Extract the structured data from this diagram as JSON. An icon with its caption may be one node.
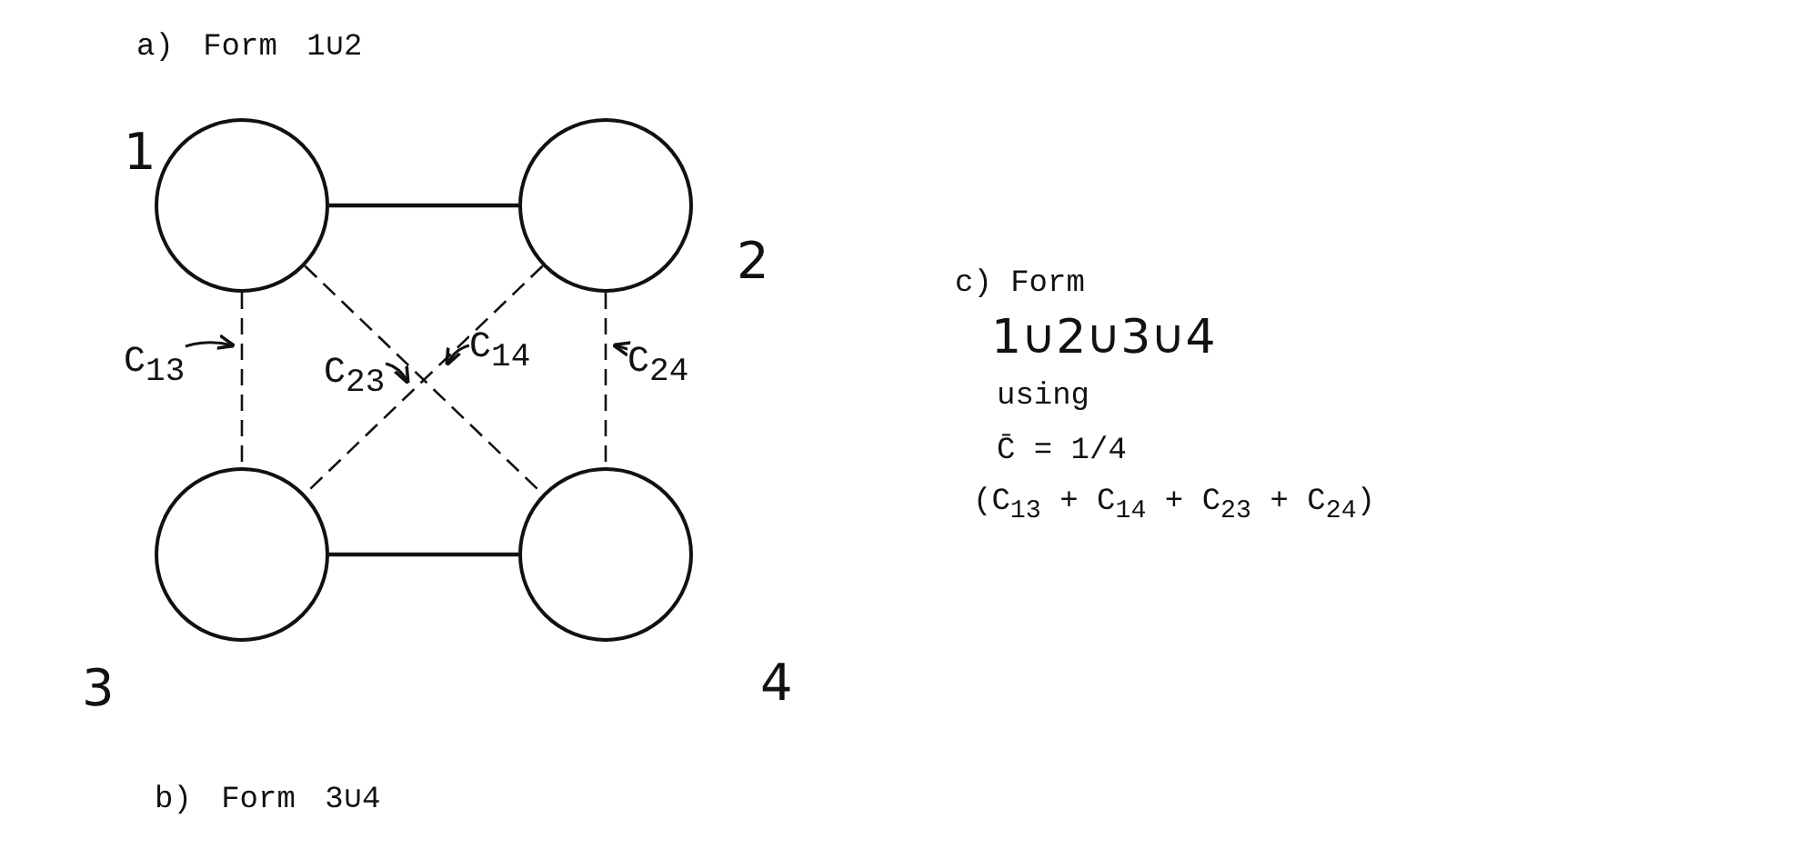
{
  "diagram": {
    "nodes": [
      {
        "text": [],
        "shape": "circle",
        "beside": [
          "1"
        ]
      },
      {
        "text": [],
        "shape": "circle",
        "beside": [
          "2"
        ]
      },
      {
        "text": [],
        "shape": "circle",
        "beside": [
          "3"
        ]
      },
      {
        "text": [],
        "shape": "circle",
        "beside": [
          "4"
        ]
      }
    ],
    "edges": [
      {
        "from": 0,
        "to": 1,
        "arrow": "none"
      },
      {
        "from": 0,
        "to": 2,
        "arrow": "none",
        "style": "dashed",
        "label": "C$_{13}$"
      },
      {
        "from": 1,
        "to": 2,
        "arrow": "none",
        "style": "dashed",
        "label": "C$_{23}$"
      },
      {
        "from": 0,
        "to": 3,
        "arrow": "none",
        "style": "dashed",
        "label": "C$_{14}$"
      },
      {
        "from": 1,
        "to": 3,
        "arrow": "none",
        "style": "dashed",
        "label": "C$_{24}$"
      },
      {
        "from": 2,
        "to": 3,
        "arrow": "none"
      }
    ],
    "labels": [
      "a) Form 1∪2",
      "c) Form",
      "1∪2∪3∪4",
      "using",
      "C̄ = 1/4",
      "(C$_{13}$ + C$_{14}$ + C$_{23}$ + C$_{24}$)",
      "b) Form 3∪4"
    ]
  }
}
